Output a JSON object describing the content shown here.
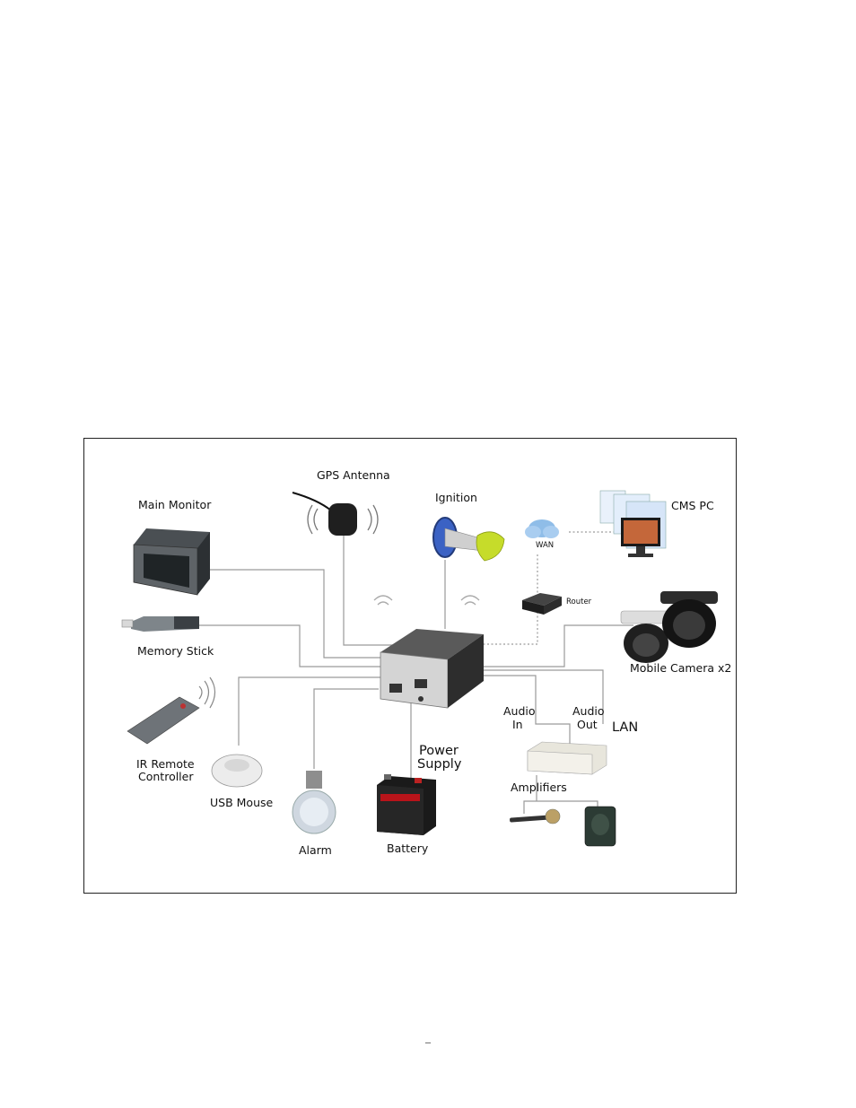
{
  "diagram": {
    "labels": {
      "gps_antenna": "GPS Antenna",
      "ignition": "Ignition",
      "cms_pc": "CMS PC",
      "main_monitor": "Main Monitor",
      "wan": "WAN",
      "router": "Router",
      "memory_stick": "Memory Stick",
      "mobile_camera": "Mobile Camera x2",
      "ir_remote_line1": "IR Remote",
      "ir_remote_line2": "Controller",
      "usb_mouse": "USB Mouse",
      "audio_in_line1": "Audio",
      "audio_in_line2": "In",
      "audio_out_line1": "Audio",
      "audio_out_line2": "Out",
      "lan": "LAN",
      "power_supply_line1": "Power",
      "power_supply_line2": "Supply",
      "amplifiers": "Amplifiers",
      "alarm": "Alarm",
      "battery": "Battery"
    }
  },
  "page": {
    "number": "_"
  }
}
